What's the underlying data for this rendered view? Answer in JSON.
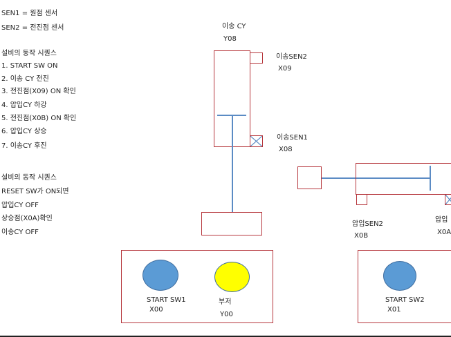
{
  "colors": {
    "outline": "#b5343a",
    "rod": "#5b8bc4",
    "button_blue": "#5b9bd5",
    "buzzer_yellow": "#ffff00"
  },
  "notes": {
    "sen1_def": "SEN1 = 원점 센서",
    "sen2_def": "SEN2 = 전진점 센서"
  },
  "sequence": {
    "title": "설비의 동작 시퀀스",
    "steps": [
      "1. START SW ON",
      "2. 이송 CY 전진",
      "3. 전진점(X09) ON 확인",
      "4. 압입CY 하강",
      "5. 전진점(X0B) ON 확인",
      "6. 압입CY 상승",
      "7. 이송CY 후진"
    ]
  },
  "reset_sequence": {
    "title": "설비의 동작 시퀀스",
    "steps": [
      "RESET SW가 ON되면",
      "압입CY OFF",
      "상승점(X0A)확인",
      "이송CY OFF"
    ]
  },
  "transfer_cylinder": {
    "name": "이송 CY",
    "address": "Y08",
    "sen2_label": "이송SEN2",
    "sen2_address": "X09",
    "sen1_label": "이송SEN1",
    "sen1_address": "X08"
  },
  "press_cylinder": {
    "sen2_label": "압입SEN2",
    "sen2_address": "X0B",
    "sen1_label": "압입",
    "sen1_address": "X0A"
  },
  "panel_left": {
    "start_label": "START SW1",
    "start_address": "X00",
    "buzzer_label": "부저",
    "buzzer_address": "Y00"
  },
  "panel_right": {
    "start_label": "START SW2",
    "start_address": "X01"
  }
}
